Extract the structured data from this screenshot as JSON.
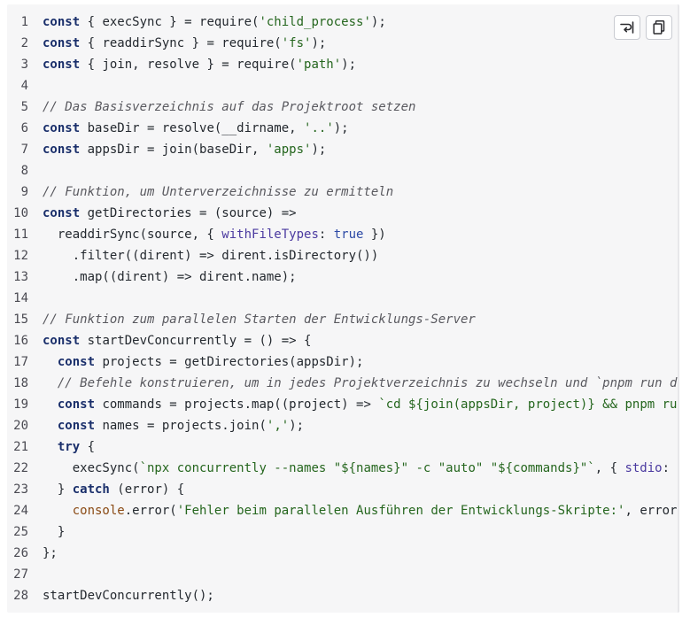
{
  "code": {
    "language": "javascript",
    "lines": [
      [
        {
          "t": "kw",
          "v": "const"
        },
        {
          "t": "plain",
          "v": " { execSync } = require("
        },
        {
          "t": "str",
          "v": "'child_process'"
        },
        {
          "t": "plain",
          "v": ");"
        }
      ],
      [
        {
          "t": "kw",
          "v": "const"
        },
        {
          "t": "plain",
          "v": " { readdirSync } = require("
        },
        {
          "t": "str",
          "v": "'fs'"
        },
        {
          "t": "plain",
          "v": ");"
        }
      ],
      [
        {
          "t": "kw",
          "v": "const"
        },
        {
          "t": "plain",
          "v": " { join, resolve } = require("
        },
        {
          "t": "str",
          "v": "'path'"
        },
        {
          "t": "plain",
          "v": ");"
        }
      ],
      [],
      [
        {
          "t": "cmt",
          "v": "// Das Basisverzeichnis auf das Projektroot setzen"
        }
      ],
      [
        {
          "t": "kw",
          "v": "const"
        },
        {
          "t": "plain",
          "v": " baseDir = resolve(__dirname, "
        },
        {
          "t": "str",
          "v": "'..'"
        },
        {
          "t": "plain",
          "v": ");"
        }
      ],
      [
        {
          "t": "kw",
          "v": "const"
        },
        {
          "t": "plain",
          "v": " appsDir = join(baseDir, "
        },
        {
          "t": "str",
          "v": "'apps'"
        },
        {
          "t": "plain",
          "v": ");"
        }
      ],
      [],
      [
        {
          "t": "cmt",
          "v": "// Funktion, um Unterverzeichnisse zu ermitteln"
        }
      ],
      [
        {
          "t": "kw",
          "v": "const"
        },
        {
          "t": "plain",
          "v": " getDirectories = (source) =>"
        }
      ],
      [
        {
          "t": "plain",
          "v": "  readdirSync(source, { "
        },
        {
          "t": "prop",
          "v": "withFileTypes"
        },
        {
          "t": "plain",
          "v": ": "
        },
        {
          "t": "bool",
          "v": "true"
        },
        {
          "t": "plain",
          "v": " })"
        }
      ],
      [
        {
          "t": "plain",
          "v": "    .filter((dirent) => dirent.isDirectory())"
        }
      ],
      [
        {
          "t": "plain",
          "v": "    .map((dirent) => dirent.name);"
        }
      ],
      [],
      [
        {
          "t": "cmt",
          "v": "// Funktion zum parallelen Starten der Entwicklungs-Server"
        }
      ],
      [
        {
          "t": "kw",
          "v": "const"
        },
        {
          "t": "plain",
          "v": " startDevConcurrently = () => {"
        }
      ],
      [
        {
          "t": "plain",
          "v": "  "
        },
        {
          "t": "kw",
          "v": "const"
        },
        {
          "t": "plain",
          "v": " projects = getDirectories(appsDir);"
        }
      ],
      [
        {
          "t": "plain",
          "v": "  "
        },
        {
          "t": "cmt",
          "v": "// Befehle konstruieren, um in jedes Projektverzeichnis zu wechseln und `pnpm run de"
        }
      ],
      [
        {
          "t": "plain",
          "v": "  "
        },
        {
          "t": "kw",
          "v": "const"
        },
        {
          "t": "plain",
          "v": " commands = projects.map((project) => "
        },
        {
          "t": "str",
          "v": "`cd ${join(appsDir, project)} && pnpm run"
        }
      ],
      [
        {
          "t": "plain",
          "v": "  "
        },
        {
          "t": "kw",
          "v": "const"
        },
        {
          "t": "plain",
          "v": " names = projects.join("
        },
        {
          "t": "str",
          "v": "','"
        },
        {
          "t": "plain",
          "v": ");"
        }
      ],
      [
        {
          "t": "plain",
          "v": "  "
        },
        {
          "t": "kw",
          "v": "try"
        },
        {
          "t": "plain",
          "v": " {"
        }
      ],
      [
        {
          "t": "plain",
          "v": "    execSync("
        },
        {
          "t": "str",
          "v": "`npx concurrently --names \"${names}\" -c \"auto\" \"${commands}\"`"
        },
        {
          "t": "plain",
          "v": ", { "
        },
        {
          "t": "prop",
          "v": "stdio"
        },
        {
          "t": "plain",
          "v": ":"
        }
      ],
      [
        {
          "t": "plain",
          "v": "  } "
        },
        {
          "t": "kw",
          "v": "catch"
        },
        {
          "t": "plain",
          "v": " (error) {"
        }
      ],
      [
        {
          "t": "plain",
          "v": "    "
        },
        {
          "t": "glob",
          "v": "console"
        },
        {
          "t": "plain",
          "v": ".error("
        },
        {
          "t": "str",
          "v": "'Fehler beim parallelen Ausführen der Entwicklungs-Skripte:'"
        },
        {
          "t": "plain",
          "v": ", error)"
        }
      ],
      [
        {
          "t": "plain",
          "v": "  }"
        }
      ],
      [
        {
          "t": "plain",
          "v": "};"
        }
      ],
      [],
      [
        {
          "t": "plain",
          "v": "startDevConcurrently();"
        }
      ]
    ]
  },
  "toolbar": {
    "wrap_icon": "wrap-lines-icon",
    "copy_icon": "copy-icon"
  },
  "colors": {
    "background": "#f6f6f7",
    "keyword": "#1a2f6b",
    "string": "#25661e",
    "comment": "#59595f"
  }
}
